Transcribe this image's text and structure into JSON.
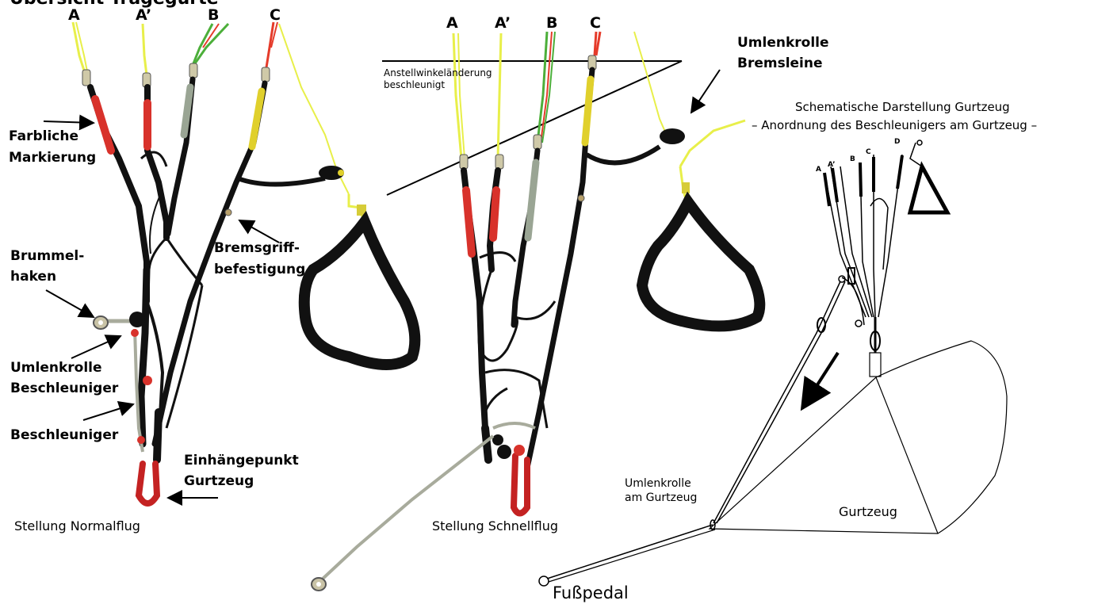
{
  "page": {
    "title": "Übersicht Tragegurte"
  },
  "left": {
    "riser_labels": [
      "A",
      "A’",
      "B",
      "C"
    ],
    "callouts": {
      "marking_1": "Farbliche",
      "marking_2": "Markierung",
      "hook_1": "Brummel-",
      "hook_2": "haken",
      "pulley_1": "Umlenkrolle",
      "pulley_2": "Beschleuniger",
      "speedbar": "Beschleuniger",
      "attach_1": "Einhängepunkt",
      "attach_2": "Gurtzeug",
      "brake_1": "Bremsgriff-",
      "brake_2": "befestigung"
    },
    "caption": "Stellung Normalflug"
  },
  "middle": {
    "riser_labels": [
      "A",
      "A’",
      "B",
      "C"
    ],
    "angle_1": "Anstellwinkeländerung",
    "angle_2": "beschleunigt",
    "brake_pulley_1": "Umlenkrolle",
    "brake_pulley_2": "Bremsleine",
    "caption": "Stellung Schnellflug"
  },
  "schematic": {
    "title_1": "Schematische Darstellung Gurtzeug",
    "title_2": "– Anordnung des Beschleunigers am Gurtzeug –",
    "riser_labels": [
      "A",
      "A’",
      "B",
      "C",
      "D"
    ],
    "pulley_1": "Umlenkrolle",
    "pulley_2": "am Gurtzeug",
    "harness": "Gurtzeug",
    "pedal": "Fußpedal"
  },
  "colors": {
    "a_line": "#e8ef4a",
    "b_line": "#4caf3a",
    "c_line": "#e53b2a",
    "webbing": "#111111",
    "red_marking": "#d8322b",
    "grey_marking": "#9aa594",
    "yellow_marking": "#e0d02c"
  }
}
